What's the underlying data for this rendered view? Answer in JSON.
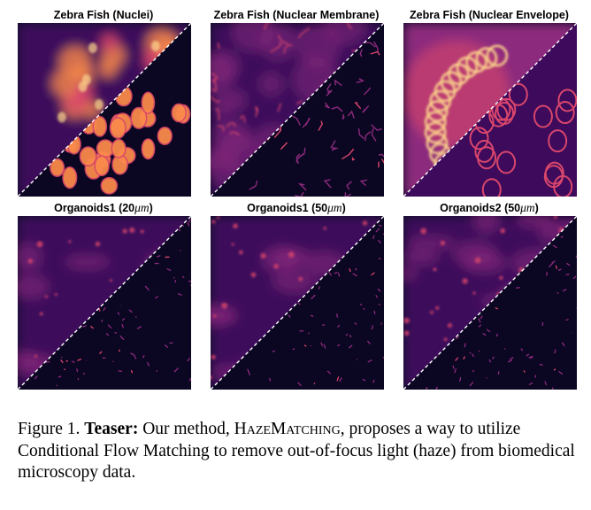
{
  "figure": {
    "panels": [
      {
        "title": "Zebra Fish (Nuclei)",
        "title_unit": "",
        "title_tail": "",
        "style": "nuclei"
      },
      {
        "title": "Zebra Fish (Nuclear Membrane)",
        "title_unit": "",
        "title_tail": "",
        "style": "membrane"
      },
      {
        "title": "Zebra Fish (Nuclear Envelope)",
        "title_unit": "",
        "title_tail": "",
        "style": "envelope"
      },
      {
        "title": "Organoids1 (20",
        "title_unit": "μm",
        "title_tail": ")",
        "style": "organoid"
      },
      {
        "title": "Organoids1 (50",
        "title_unit": "μm",
        "title_tail": ")",
        "style": "organoid"
      },
      {
        "title": "Organoids2 (50",
        "title_unit": "μm",
        "title_tail": ")",
        "style": "organoid"
      }
    ],
    "colormap": [
      "#0b0622",
      "#3d0a5c",
      "#8c2a7d",
      "#d9466b",
      "#f98a4b",
      "#fdd58c"
    ]
  },
  "caption": {
    "label": "Figure 1.",
    "bold": "Teaser:",
    "text_1": "Our method,",
    "method_name": "HazeMatching",
    "text_2": ", proposes a way to utilize Conditional Flow Matching to remove out-of-focus light (haze) from biomedical microscopy data."
  }
}
